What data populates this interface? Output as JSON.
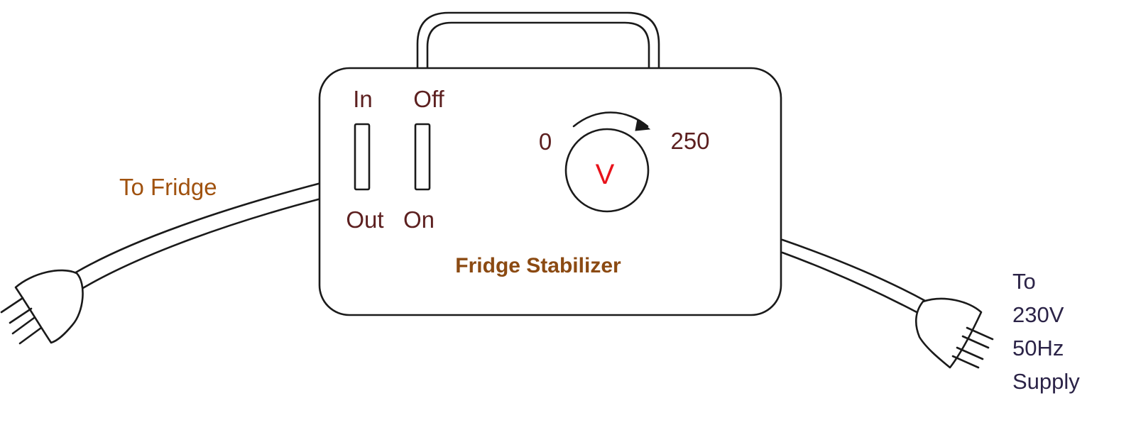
{
  "switches": {
    "left": {
      "top": "In",
      "bottom": "Out"
    },
    "right": {
      "top": "Off",
      "bottom": "On"
    }
  },
  "dial": {
    "min": "0",
    "max": "250",
    "symbol": "V"
  },
  "title": "Fridge Stabilizer",
  "cords": {
    "left_label": "To Fridge",
    "right_label": [
      "To",
      "230V",
      "50Hz",
      "Supply"
    ]
  },
  "colors": {
    "switch_labels": "#5c1f1f",
    "dial_symbol": "#e8131b",
    "title": "#8b4a12",
    "fridge_label": "#a0520f",
    "supply_label": "#2b2347",
    "outline": "#1a1a1a"
  }
}
